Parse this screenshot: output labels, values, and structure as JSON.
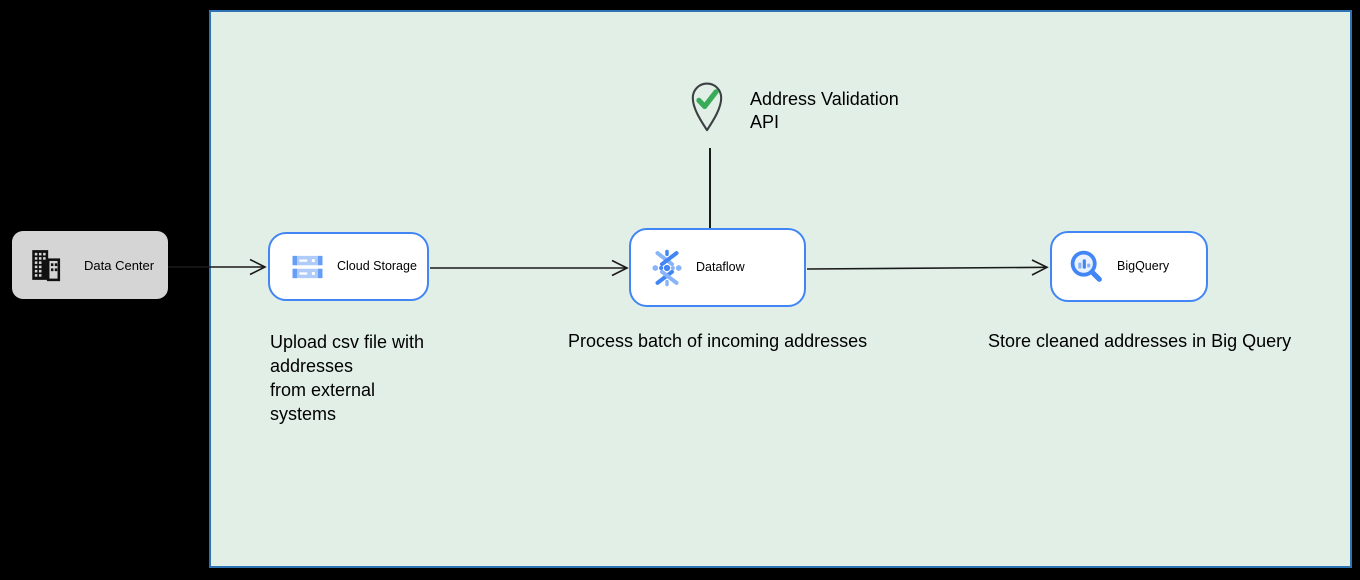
{
  "diagram": {
    "background": "#000000",
    "cloud_area": {
      "fill": "#E1EFE7",
      "border_color": "#2E74B5"
    },
    "data_center": {
      "label": "Data Center",
      "icon": "building-icon",
      "fill": "#D5D5D5"
    },
    "nodes": {
      "cloud_storage": {
        "label": "Cloud Storage",
        "icon": "cloud-storage-icon",
        "border_color": "#4285F4"
      },
      "dataflow": {
        "label": "Dataflow",
        "icon": "dataflow-icon",
        "border_color": "#4285F4"
      },
      "bigquery": {
        "label": "BigQuery",
        "icon": "bigquery-icon",
        "border_color": "#4285F4"
      }
    },
    "api_annotation": {
      "label": "Address Validation\nAPI",
      "icon": "map-pin-check-icon",
      "pin_outline_color": "#3C4043",
      "check_color": "#3AAB58"
    },
    "captions": {
      "upload": "Upload csv file with\naddresses\nfrom external\nsystems",
      "process": "Process batch of incoming addresses",
      "store": "Store cleaned addresses in Big Query"
    },
    "connections": [
      {
        "from": "data-center",
        "to": "cloud-storage"
      },
      {
        "from": "cloud-storage",
        "to": "dataflow"
      },
      {
        "from": "dataflow",
        "to": "bigquery"
      },
      {
        "from": "address-validation-api",
        "to": "dataflow"
      }
    ],
    "arrow_color": "#1A1A1A"
  }
}
